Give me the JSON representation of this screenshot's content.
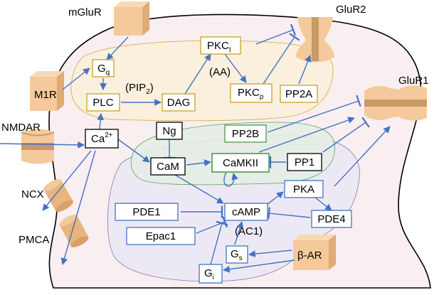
{
  "colors": {
    "arrow": "#4472c4",
    "cell_fill": "#f9eef0",
    "yellow_region": "#fbf1dc",
    "green_region": "#e6eee6",
    "purple_region": "#ece9f5",
    "receptor_fill": "#f4c99b",
    "box_yellow": "#c9a227",
    "box_green": "#4a9a4a",
    "box_blue": "#4472c4",
    "box_black": "#000000"
  },
  "receptors": {
    "mglur": "mGluR",
    "glur2": "GluR2",
    "glur1": "GluR1",
    "m1r": "M1R",
    "nmdar": "NMDAR",
    "ncx": "NCX",
    "pmca": "PMCA",
    "bar": "β-AR"
  },
  "nodes": {
    "gq": {
      "main": "G",
      "sub": "q"
    },
    "plc": "PLC",
    "pip2": {
      "main": "(PIP",
      "sub": "2",
      "tail": ")"
    },
    "dag": "DAG",
    "pkct": {
      "main": "PKC",
      "sub": "t"
    },
    "aa": "(AA)",
    "pkcp": {
      "main": "PKC",
      "sub": "p"
    },
    "pp2a": "PP2A",
    "ca": {
      "main": "Ca",
      "sup": "2+"
    },
    "ng": "Ng",
    "pp2b": "PP2B",
    "cam": "CaM",
    "camkii": "CaMKII",
    "pp1": "PP1",
    "pka": "PKA",
    "pde1": "PDE1",
    "camp": "cAMP",
    "pde4": "PDE4",
    "epac1": "Epac1",
    "ac1": "(AC1)",
    "gs": {
      "main": "G",
      "sub": "s"
    },
    "gi": {
      "main": "G",
      "sub": "i"
    }
  }
}
